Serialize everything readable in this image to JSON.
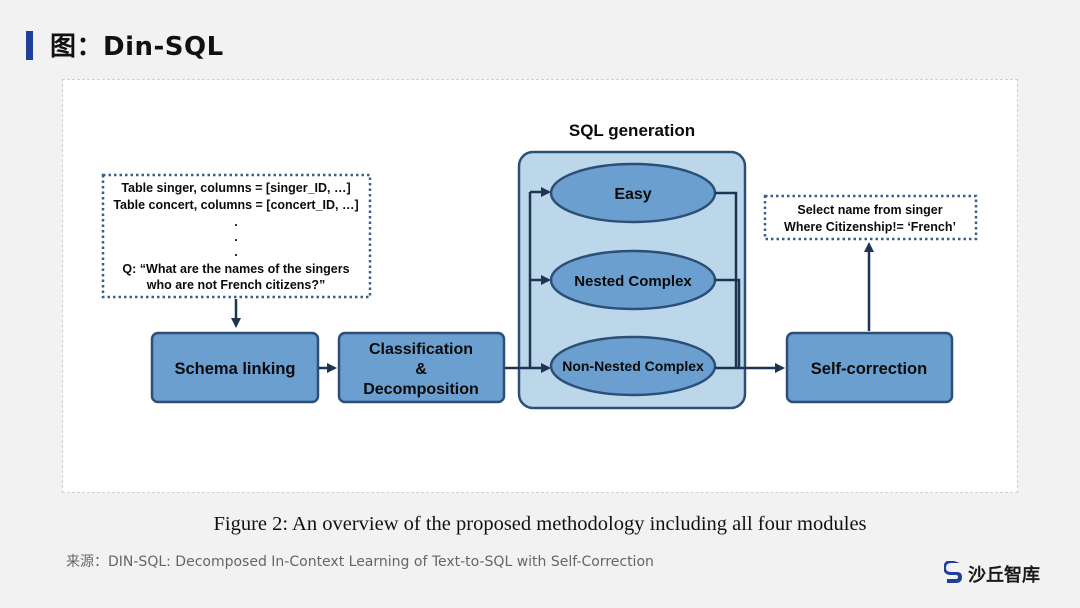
{
  "page": {
    "title": "图：Din-SQL"
  },
  "diagram": {
    "input_box": {
      "lines": [
        "Table singer, columns = [singer_ID, …]",
        "Table concert, columns = [concert_ID, …]",
        ".",
        ".",
        ".",
        "Q: “What are the names of the singers",
        "who are not French citizens?”"
      ]
    },
    "schema_linking": "Schema linking",
    "classification": {
      "line1": "Classification",
      "line2": "&",
      "line3": "Decomposition"
    },
    "sql_generation": {
      "title": "SQL generation",
      "easy": "Easy",
      "nested": "Nested Complex",
      "non_nested": "Non-Nested Complex"
    },
    "self_correction": "Self-correction",
    "output_box": {
      "line1": "Select name from singer",
      "line2": "Where Citizenship!= ‘French’"
    },
    "caption": "Figure 2:  An overview of the proposed methodology including all four modules"
  },
  "source": "来源：DIN-SQL: Decomposed In-Context Learning of Text-to-SQL with Self-Correction",
  "logo": {
    "name": "沙丘智库",
    "icon": "s-logo-icon"
  },
  "colors": {
    "accent_bar": "#1f3f9a",
    "box_fill": "#6b9fcf",
    "box_stroke": "#2c4f78",
    "generation_bg": "#bcd6ea",
    "arrow": "#1d3553",
    "dotted": "#3a5f8e"
  }
}
